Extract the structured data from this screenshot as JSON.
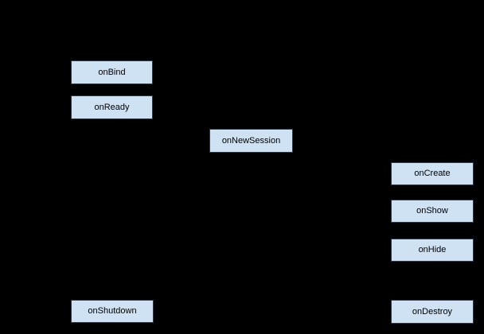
{
  "diagram": {
    "type": "lifecycle-flow-diagram",
    "colors": {
      "background": "#000000",
      "node_fill": "#cfe2f3",
      "node_border": "#2b3a47",
      "text": "#000000"
    },
    "nodes": [
      {
        "id": "onBind",
        "label": "onBind"
      },
      {
        "id": "onReady",
        "label": "onReady"
      },
      {
        "id": "onNewSession",
        "label": "onNewSession"
      },
      {
        "id": "onCreate",
        "label": "onCreate"
      },
      {
        "id": "onShow",
        "label": "onShow"
      },
      {
        "id": "onHide",
        "label": "onHide"
      },
      {
        "id": "onShutdown",
        "label": "onShutdown"
      },
      {
        "id": "onDestroy",
        "label": "onDestroy"
      }
    ]
  }
}
